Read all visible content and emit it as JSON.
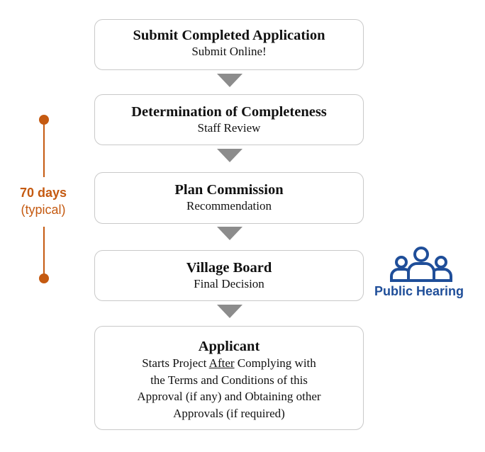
{
  "steps": [
    {
      "title": "Submit Completed Application",
      "sub": "Submit Online!"
    },
    {
      "title": "Determination of Completeness",
      "sub": "Staff Review"
    },
    {
      "title": "Plan Commission",
      "sub": "Recommendation"
    },
    {
      "title": "Village Board",
      "sub": "Final Decision"
    },
    {
      "title": "Applicant",
      "body_line1_pre": "Starts Project ",
      "body_line1_em": "After",
      "body_line1_post": " Complying with",
      "body_line2": "the Terms and Conditions of this",
      "body_line3": "Approval (if any) and Obtaining other",
      "body_line4": "Approvals (if required)"
    }
  ],
  "timeline": {
    "days": "70 days",
    "note": "(typical)"
  },
  "public_hearing": {
    "label": "Public Hearing",
    "icon": "people-group-icon"
  },
  "colors": {
    "timeline": "#c55a11",
    "hearing": "#1f4e99",
    "arrow": "#8c8c8c",
    "border": "#c9c9c9"
  }
}
